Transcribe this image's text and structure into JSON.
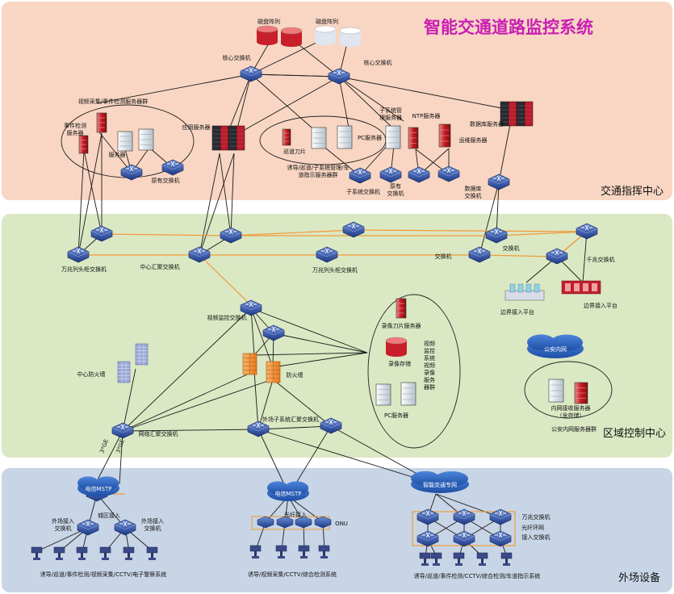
{
  "title": "智能交通道路监控系统",
  "zones": {
    "command": "交通指挥中心",
    "regional": "区域控制中心",
    "field": "外场设备"
  },
  "labels": {
    "disk_array_1": "磁盘阵列",
    "disk_array_2": "磁盘阵列",
    "core_switch_1": "核心交换机",
    "core_switch_2": "核心交换机",
    "video_server_group": "视频采集/事件检测服务器群",
    "event_server": "事件检测\n服务器",
    "server": "服务器",
    "existing_switch": "原有交换机",
    "app_server": "应用服务器",
    "blade": "巡道刀片",
    "pc_server_top": "PC服务器",
    "guidance_group": "诱导/巡道/子系统管理/车\n道指示服务器群",
    "subsys_server": "子系统管\n理服务器",
    "ntp_server": "NTP服务器",
    "subsys_switch": "子系统交换机",
    "existing_switch_2": "原有\n交换机",
    "ops_server": "运维服务器",
    "db_server": "数据库服务器",
    "db_switch": "数据库\n交换机",
    "gigabit_left": "万兆列头柜交换机",
    "center_agg": "中心汇聚交换机",
    "gigabit_mid": "万兆列头柜交换机",
    "switch_a": "交换机",
    "switch_b": "交换机",
    "gig_switch": "千兆交换机",
    "border_1": "边界接入平台",
    "border_2": "边界接入平台",
    "video_switch": "视频监控交换机",
    "record_blade": "录像刀片服务器",
    "record_storage": "录像存储",
    "video_group": "视频\n监控\n系统\n视频\n录像\n服务\n器群",
    "pc_server_mid": "PC服务器",
    "center_fw": "中心防火墙",
    "firewall": "防火墙",
    "police_net": "公安内网",
    "inner_server": "内网接收服务器\n（含存储）",
    "police_group": "公安内网服务器群",
    "net_agg": "网络汇聚交换机",
    "field_agg": "外场子系统汇聚交换机",
    "ge_1": "3*GE",
    "ge_2": "3*GE",
    "telecom_mstp_1": "电信MSTP",
    "telecom_mstp_2": "电信MSTP",
    "its_net": "智能交通专网",
    "city_access": "城区接入",
    "field_access_1": "外场接入\n交换机",
    "field_access_2": "外场接入\n交换机",
    "fiber_access": "光纤接入",
    "onu": "ONU",
    "gig_switch_field": "万兆交换机",
    "fiber_ring": "光纤环网",
    "access_switch": "接入交换机",
    "caption_1": "诱导/巡道/事件检测/视频采集/CCTV/电子警察系统",
    "caption_2": "诱导/视频采集/CCTV/综合检测系统",
    "caption_3": "诱导/巡道/事件检测/CCTV/综合检测/车道指示系统"
  },
  "colors": {
    "command_bg": "#f8d6c3",
    "regional_bg": "#dbe8c4",
    "field_bg": "#c8d5e6",
    "switch": "#2c4fa2",
    "cloud": "#2d5fb8",
    "orange_link": "#f09a3a",
    "firewall": "#f2913a",
    "disk_red": "#c8202a",
    "title": "#c81fb2"
  }
}
